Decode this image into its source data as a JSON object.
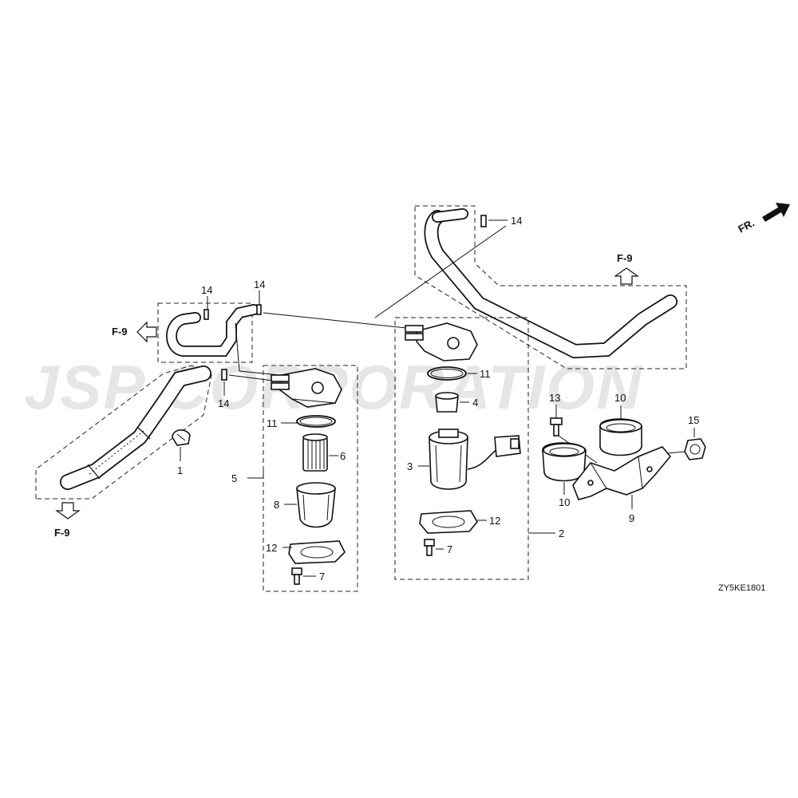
{
  "watermark": "JSP CORPORATION",
  "diagram_code": "ZY5KE1801",
  "front_indicator": "FR.",
  "references": [
    "F-9",
    "F-9",
    "F-9"
  ],
  "callouts": {
    "c1": "1",
    "c2": "2",
    "c3": "3",
    "c4": "4",
    "c5": "5",
    "c6": "6",
    "c7a": "7",
    "c7b": "7",
    "c8": "8",
    "c9": "9",
    "c10a": "10",
    "c10b": "10",
    "c11a": "11",
    "c11b": "11",
    "c12a": "12",
    "c12b": "12",
    "c13": "13",
    "c14a": "14",
    "c14b": "14",
    "c14c": "14",
    "c14d": "14",
    "c15": "15"
  }
}
